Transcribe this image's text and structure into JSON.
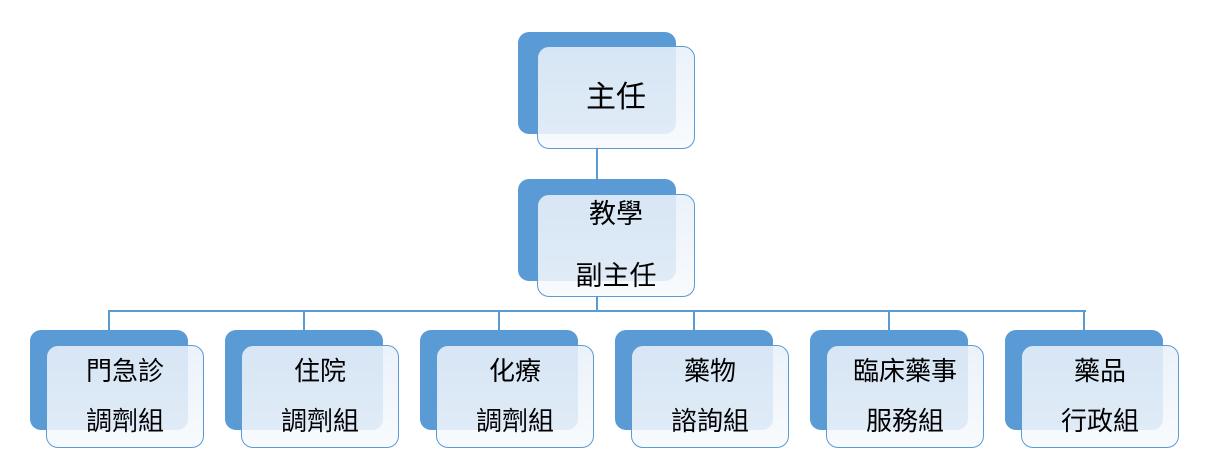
{
  "colors": {
    "accent": "#5B9BD5",
    "node_fill_top": "#E8F0F9",
    "node_fill_bottom": "#F7FAFD",
    "text": "#000000"
  },
  "nodes": {
    "root": {
      "lines": [
        "主任"
      ]
    },
    "deputy": {
      "lines": [
        "教學",
        "副主任"
      ]
    },
    "groups": [
      {
        "lines": [
          "門急診",
          "調劑組"
        ]
      },
      {
        "lines": [
          "住院",
          "調劑組"
        ]
      },
      {
        "lines": [
          "化療",
          "調劑組"
        ]
      },
      {
        "lines": [
          "藥物",
          "諮詢組"
        ]
      },
      {
        "lines": [
          "臨床藥事",
          "服務組"
        ]
      },
      {
        "lines": [
          "藥品",
          "行政組"
        ]
      }
    ]
  }
}
